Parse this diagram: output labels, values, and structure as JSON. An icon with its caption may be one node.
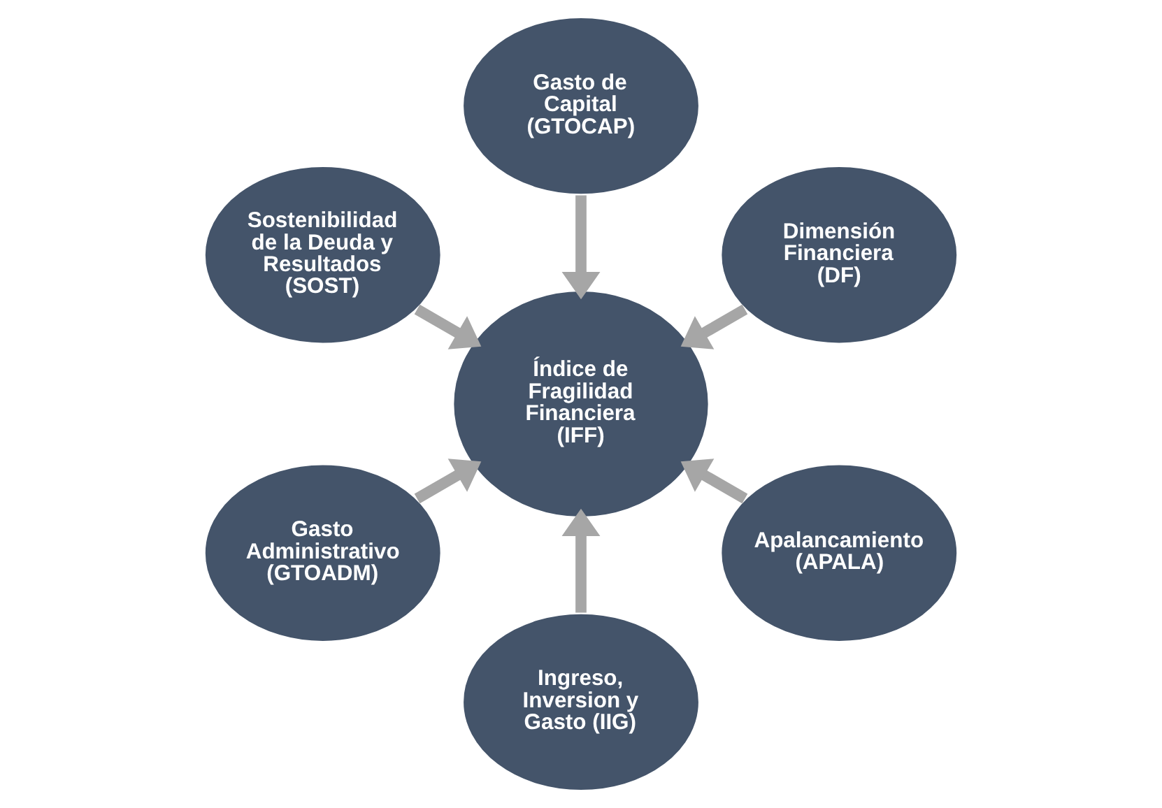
{
  "diagram": {
    "nodes": [
      {
        "text": [
          "Dimensión Financiera (DF)"
        ]
      },
      {
        "text": [
          "Gasto de Capital (GTOCAP)"
        ]
      },
      {
        "text": [
          "Sostenibilidad de la Deuda y Resultados (SOST)"
        ]
      },
      {
        "text": [
          "Índice de Fragilidad Financiera (IFF)"
        ]
      },
      {
        "text": [
          "Gasto Administrativo (GTOADM)"
        ]
      },
      {
        "text": [
          "Ingreso, Inversion y Gasto (IIG)"
        ]
      },
      {
        "text": [
          "Apalancamiento (APALA)"
        ]
      }
    ],
    "edges": [
      {
        "from": 0,
        "to": 3,
        "arrow": "to"
      },
      {
        "from": 1,
        "to": 3,
        "arrow": "to"
      },
      {
        "from": 2,
        "to": 3,
        "arrow": "to"
      },
      {
        "from": 4,
        "to": 3,
        "arrow": "to"
      },
      {
        "from": 5,
        "to": 3,
        "arrow": "to"
      },
      {
        "from": 6,
        "to": 3,
        "arrow": "to"
      }
    ]
  }
}
